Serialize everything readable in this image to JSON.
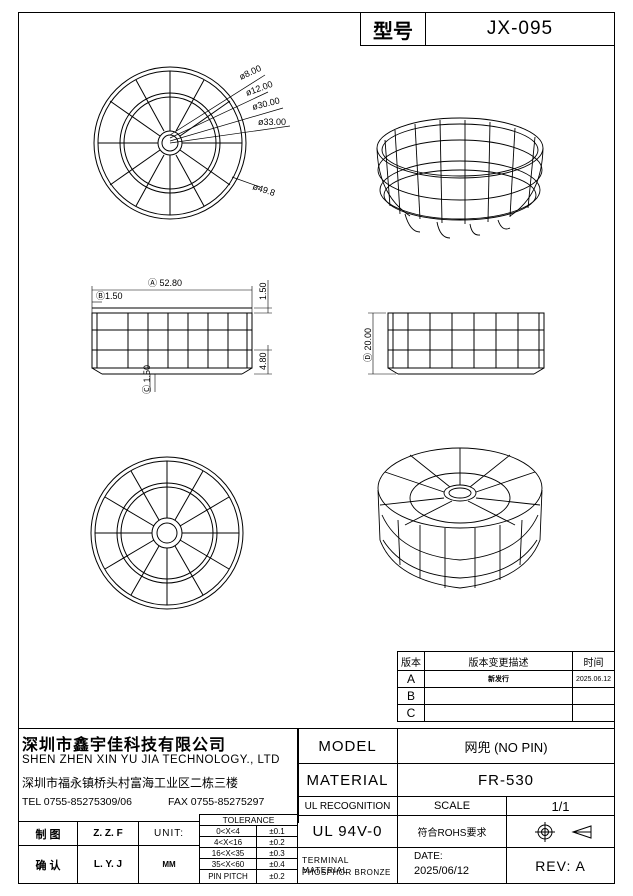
{
  "header": {
    "type_label": "型号",
    "type_value": "JX-095"
  },
  "dimensions": {
    "d1": "ø8.00",
    "d2": "ø12.00",
    "d3": "ø30.00",
    "d4": "ø33.00",
    "d5": "ø49.8",
    "a": "Ⓐ 52.80",
    "b": "Ⓑ1.50",
    "h1": "1.50",
    "h2": "4.80",
    "c": "Ⓒ 1.50",
    "d": "Ⓓ 20.00"
  },
  "revision": {
    "col_version": "版本",
    "col_desc": "版本变更描述",
    "col_time": "时间",
    "rows": [
      {
        "v": "A",
        "desc": "新发行",
        "time": "2025.06.12"
      },
      {
        "v": "B",
        "desc": "",
        "time": ""
      },
      {
        "v": "C",
        "desc": "",
        "time": ""
      }
    ]
  },
  "company": {
    "name": "深圳市鑫宇佳科技有限公司",
    "name_en": "SHEN ZHEN XIN YU JIA TECHNOLOGY., LTD",
    "address": "深圳市福永镇桥头村富海工业区二栋三楼",
    "tel": "TEL 0755-85275309/06",
    "fax": "FAX 0755-85275297"
  },
  "title_block": {
    "model_label": "MODEL",
    "model_value": "网兜 (NO PIN)",
    "material_label": "MATERIAL",
    "material_value": "FR-530",
    "ul_label": "UL RECOGNITION",
    "scale_label": "SCALE",
    "scale_value": "1/1",
    "ul_value": "UL 94V-0",
    "rohs": "符合ROHS要求",
    "terminal_label": "TERMINAL MATERIAL",
    "terminal_value": "PHOSPHOR BRONZE",
    "date_label": "DATE:",
    "date_value": "2025/06/12",
    "rev": "REV: A"
  },
  "approval": {
    "draw_label": "制 图",
    "draw_name": "Z. Z. F",
    "confirm_label": "确 认",
    "confirm_name": "L. Y. J",
    "unit_label": "UNIT:",
    "unit_value": "MM"
  },
  "tolerance": {
    "title": "TOLERANCE",
    "rows": [
      {
        "range": "0<X<4",
        "tol": "±0.1"
      },
      {
        "range": "4<X<16",
        "tol": "±0.2"
      },
      {
        "range": "16<X<35",
        "tol": "±0.3"
      },
      {
        "range": "35<X<60",
        "tol": "±0.4"
      },
      {
        "range": "PIN PITCH",
        "tol": "±0.2"
      }
    ]
  }
}
